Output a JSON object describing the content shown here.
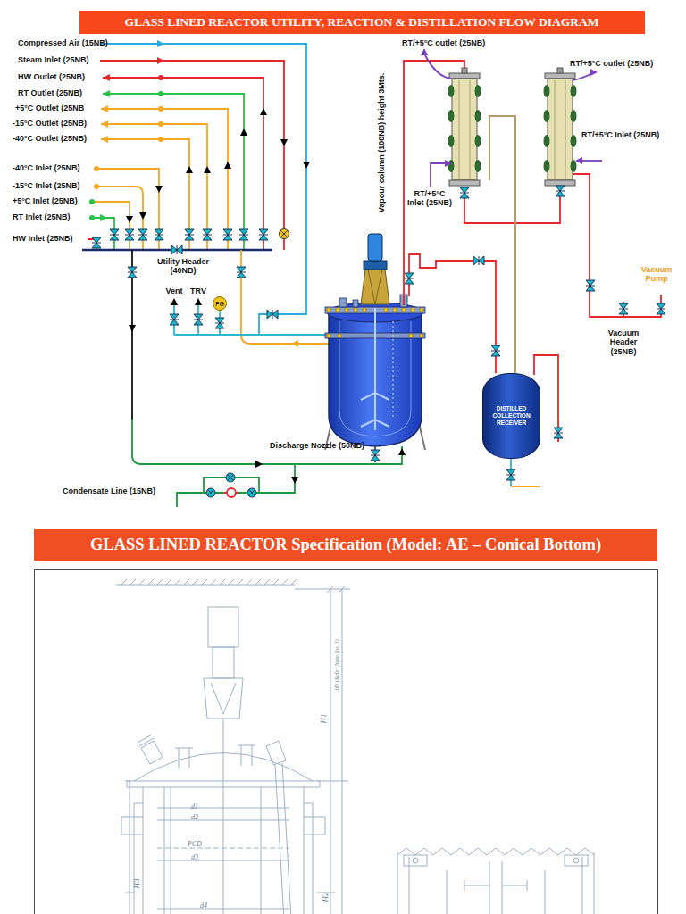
{
  "diagram": {
    "title": "GLASS LINED REACTOR UTILITY, REACTION & DISTILLATION FLOW DIAGRAM",
    "nodes": [
      {
        "text": [
          "PG"
        ]
      },
      {
        "text": [
          "DISTILLED COLLECTION RECEIVER"
        ]
      },
      {
        "text": [
          "GLASS LINED REACTOR Specification (Model: AE – Conical Bottom)"
        ]
      }
    ],
    "labels": [
      "Compressed Air (15NB)",
      "Steam Inlet (25NB)",
      "HW Outlet (25NB)",
      "RT Outlet (25NB)",
      "+5°C Outlet (25NB",
      "-15°C Outlet (25NB)",
      "-40°C Outlet (25NB)",
      "-40°C Inlet (25NB)",
      "-15°C Inlet (25NB)",
      "+5°C Inlet (25NB)",
      "RT Inlet (25NB)",
      "HW Inlet (25NB)",
      "Utility Header (40NB)",
      "Vent",
      "TRV",
      "Discharge Nozzle (50NB)",
      "Condensate Line (15NB)",
      "Vapour column (100NB) height 3Mts.",
      "RT/+5°C outlet (25NB)",
      "RT/+5°C outlet (25NB)",
      "RT/+5°C Inlet (25NB)",
      "RT/+5°C Inlet (25NB)",
      "Vacuum Pump",
      "Vacuum Header (25NB)",
      "H1",
      "H6 (Refer Note No. 3)",
      "d1",
      "d2",
      "PCD",
      "d3",
      "H3",
      "d4",
      "H2"
    ]
  }
}
